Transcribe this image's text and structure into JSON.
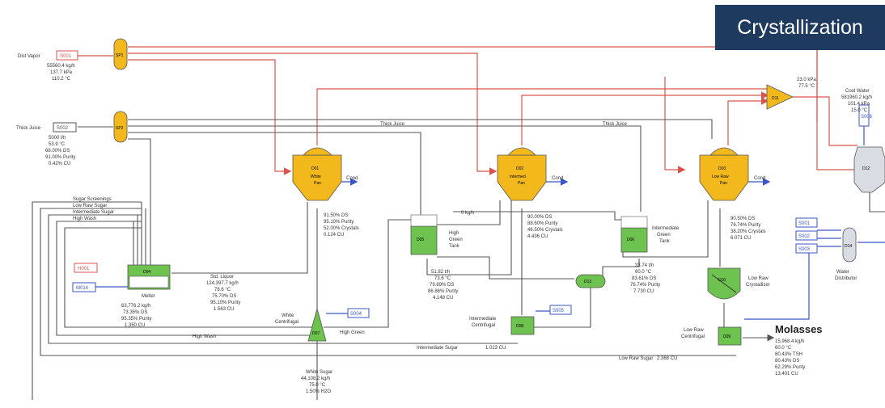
{
  "title": "Crystallization",
  "colors": {
    "steam": "#d9534f",
    "process": "#555555",
    "utility": "#3a56c8",
    "vessel": "#f2b81c",
    "equipment": "#6ec24f",
    "banner": "#1f3a5f"
  },
  "streams": {
    "dry_vapor": {
      "label": "Dist Vapor",
      "tag": "S001",
      "info": [
        "55560.4 kg/h",
        "137.7 kPa",
        "110.2 °C"
      ]
    },
    "thick_juice": {
      "label": "Thick Juice",
      "tag": "S002",
      "info": [
        "5000 l/h",
        "53.9 °C",
        "68.00% DS",
        "91.00% Purity",
        "0.42% CU"
      ]
    },
    "cool_water": {
      "label": "Cool Water",
      "info": [
        "581960.2 kg/h",
        "101.4 kPa",
        "15.0 °C"
      ]
    },
    "condenser_steam": {
      "info": [
        "23.0 kPa",
        "77.5 °C"
      ]
    },
    "white_pan_out": {
      "info": [
        "91.50% DS",
        "95.10% Purity",
        "52.00% Crystals",
        "0.124 CU"
      ]
    },
    "intermed_pan_out": {
      "info": [
        "90.00% DS",
        "88.60% Purity",
        "46.50% Crystals",
        "4.436 CU"
      ]
    },
    "low_raw_pan_out": {
      "info": [
        "90.50% DS",
        "76.74% Purity",
        "38.20% Crystals",
        "6.071 CU"
      ]
    },
    "std_liquor": {
      "label": "Std. Liquor",
      "info": [
        "124,397.7 kg/h",
        "78.6 °C",
        "75.70% DS",
        "95.10% Purity",
        "1.563 CU"
      ]
    },
    "melter_out": {
      "info": [
        "63,776.2 kg/h",
        "73.35% DS",
        "95.35% Purity",
        "1.350 CU"
      ]
    },
    "high_green_out": {
      "info": [
        "51.82 t/h",
        "73.6 °C",
        "79.69% DS",
        "86.86% Purity",
        "4.148 CU"
      ]
    },
    "intermed_green_out": {
      "info": [
        "33.74 t/h",
        "60.0 °C",
        "83.61% DS",
        "76.74% Purity",
        "7.730 CU"
      ]
    },
    "white_sugar": {
      "label": "White Sugar",
      "info": [
        "44,108.2 kg/h",
        "75.0 °C",
        "1.50% H2O"
      ]
    },
    "molasses": {
      "label": "Molasses",
      "info": [
        "15,968.4 kg/h",
        "60.0 °C",
        "80.43% TSH",
        "80.43% DS",
        "62.29% Purity",
        "13.401 CU"
      ]
    },
    "high_green": {
      "label": "High Green"
    },
    "high_wash": {
      "label": "High Wash"
    },
    "intermediate_sugar": {
      "label": "Intermediate Sugar",
      "value": "1.023 CU"
    },
    "low_raw_sugar": {
      "label": "Low Raw Sugar",
      "value": "2.368 CU"
    },
    "o_flow": {
      "label": "0 kg/h"
    },
    "thick_juice_2": {
      "label": "Thick Juice"
    },
    "thick_juice_3": {
      "label": "Thick Juice"
    }
  },
  "recycle_labels": [
    "Sugar Screenings",
    "Low Raw Sugar",
    "Intermediate Sugar",
    "High Wash"
  ],
  "equipment": {
    "white_pan": {
      "id": "D01",
      "name": [
        "White",
        "Pan"
      ],
      "cond": "Cond"
    },
    "intermed_pan": {
      "id": "D02",
      "name": [
        "Intermed",
        "Pan"
      ],
      "cond": "Cond"
    },
    "low_raw_pan": {
      "id": "D03",
      "name": [
        "Low Raw",
        "Pan"
      ],
      "cond": "Cond"
    },
    "melter": {
      "id": "D04",
      "name": "Melter",
      "tag_in": "H001",
      "tag_out": "M014"
    },
    "high_green_tank": {
      "id": "D05",
      "name": [
        "High",
        "Green",
        "Tank"
      ]
    },
    "intermed_green_tank": {
      "id": "D06",
      "name": [
        "Intermediate",
        "Green",
        "Tank"
      ]
    },
    "white_centrifugal": {
      "id": "D07",
      "name": [
        "White",
        "Centrifugal"
      ],
      "tag": "S004"
    },
    "intermed_centrifugal": {
      "id": "D08",
      "name": [
        "Intermediate",
        "Centrifugal"
      ],
      "tag": "S005"
    },
    "low_raw_centrifugal": {
      "id": "D09",
      "name": [
        "Low Raw",
        "Centrifugal"
      ]
    },
    "low_raw_crystallizer": {
      "id": "D10",
      "name": [
        "Low Raw",
        "Crystallizer"
      ]
    },
    "mixer": {
      "id": "D11"
    },
    "condenser": {
      "id": "D12"
    },
    "mixer_junction": {
      "id": "D13"
    },
    "water_distributor": {
      "id": "D14",
      "name": [
        "Water",
        "Distributor"
      ],
      "tags": [
        "S001",
        "S002",
        "S003"
      ]
    },
    "splitter_1": {
      "id": "SP1"
    },
    "splitter_2": {
      "id": "SP2"
    },
    "cw_tag": "S006"
  }
}
